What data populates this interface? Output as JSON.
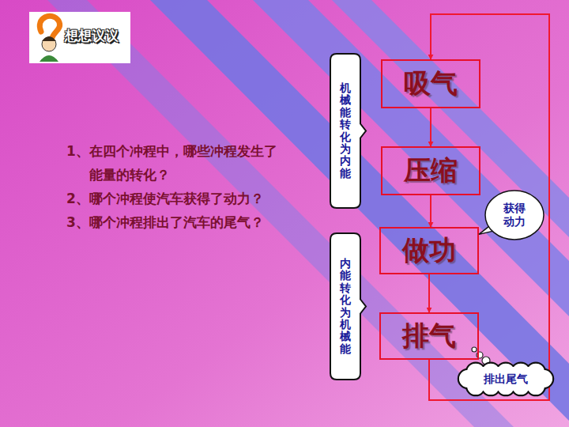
{
  "diagram": {
    "nodes": [
      {
        "text": [
          "吸气"
        ]
      },
      {
        "text": [
          "压缩"
        ]
      },
      {
        "text": [
          "做功"
        ]
      },
      {
        "text": [
          "排气"
        ]
      },
      {
        "text": [
          "机械能转化为内能"
        ]
      },
      {
        "text": [
          "内能转化为机械能"
        ]
      },
      {
        "text": [
          "获得动力"
        ]
      },
      {
        "text": [
          "排出尾气"
        ]
      }
    ],
    "edges": [
      {
        "from": 0,
        "to": 1,
        "arrow": "to"
      },
      {
        "from": 1,
        "to": 2,
        "arrow": "to"
      },
      {
        "from": 2,
        "to": 3,
        "arrow": "to"
      },
      {
        "from": 3,
        "to": 0,
        "arrow": "to"
      }
    ],
    "labels": [
      "想想议议",
      "1、在四个冲程中，哪些冲程发生了能量的转化？",
      "2、哪个冲程使汽车获得了动力？",
      "3、哪个冲程排出了汽车的尾气？"
    ]
  }
}
